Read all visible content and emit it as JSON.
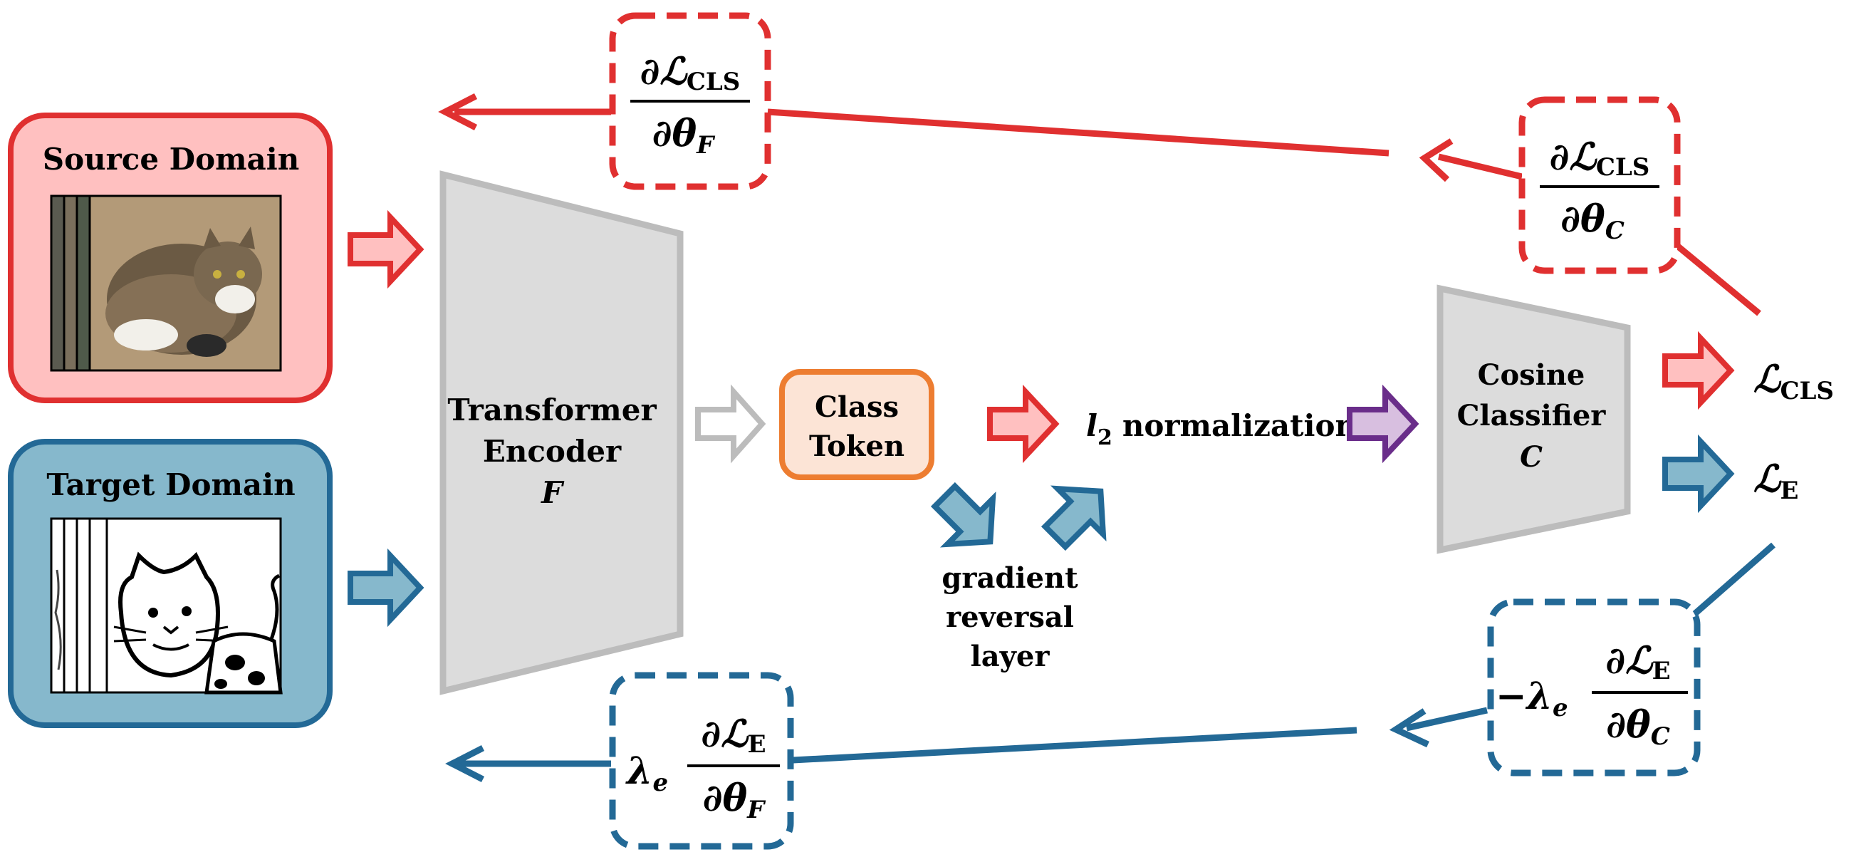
{
  "colors": {
    "red": "#e03030",
    "red_light": "#ffc0c0",
    "blue": "#236996",
    "blue_light": "#86b8cc",
    "gray": "#bcbcbc",
    "gray_fill": "#dcdcdc",
    "orange": "#ed7d31",
    "orange_fill": "#fce4d6",
    "purple": "#6a2d8a",
    "purple_light": "#d8bfe0"
  },
  "source_domain": {
    "label": "Source Domain",
    "image_icon": "cat-photo-icon"
  },
  "target_domain": {
    "label": "Target Domain",
    "image_icon": "cat-sketch-icon"
  },
  "encoder": {
    "line1": "Transformer",
    "line2": "Encoder",
    "symbol": "F"
  },
  "class_token": {
    "line1": "Class",
    "line2": "Token"
  },
  "grl": {
    "line1": "gradient",
    "line2": "reversal",
    "line3": "layer"
  },
  "normalization": {
    "sym": "l",
    "sub": "2",
    "label": "normalization"
  },
  "classifier": {
    "line1": "Cosine",
    "line2": "Classifier",
    "symbol": "C"
  },
  "losses": {
    "cls": {
      "sym": "ℒ",
      "sub": "CLS"
    },
    "ent": {
      "sym": "ℒ",
      "sub": "E"
    }
  },
  "gradients": {
    "cls_F": {
      "num_sym": "∂ℒ",
      "num_sub": "CLS",
      "den_sym": "∂θ",
      "den_sub": "F"
    },
    "cls_C": {
      "num_sym": "∂ℒ",
      "num_sub": "CLS",
      "den_sym": "∂θ",
      "den_sub": "C"
    },
    "e_C": {
      "prefix": "−λ",
      "prefix_sub": "e",
      "num_sym": "∂ℒ",
      "num_sub": "E",
      "den_sym": "∂θ",
      "den_sub": "C"
    },
    "e_F": {
      "prefix": "λ",
      "prefix_sub": "e",
      "num_sym": "∂ℒ",
      "num_sub": "E",
      "den_sym": "∂θ",
      "den_sub": "F"
    }
  }
}
